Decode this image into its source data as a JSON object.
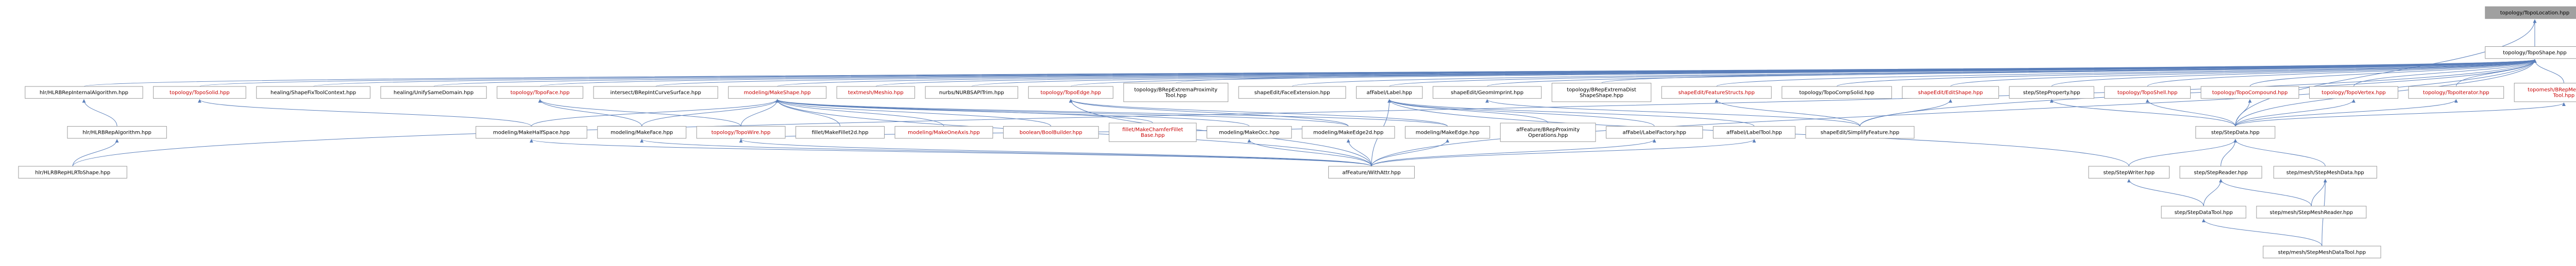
{
  "colors": {
    "edge": "#5b7fba",
    "node_fill": "#ffffff",
    "node_border": "#9a9a9a",
    "text_default": "#000000",
    "text_link_red": "#c80000",
    "focus_fill": "#a0a0a0"
  },
  "nodes": [
    {
      "id": "n_toploc",
      "label": "topology/TopoLocation.hpp",
      "kind": "focus"
    },
    {
      "id": "n_topshape",
      "label": "topology/TopoShape.hpp",
      "kind": "normal"
    },
    {
      "id": "n_hlr_rep",
      "label": "hlr/HLRBRepInternalAlgorithm.hpp",
      "kind": "normal"
    },
    {
      "id": "n_solid",
      "label": "topology/TopoSolid.hpp",
      "kind": "red"
    },
    {
      "id": "n_heal_ctx",
      "label": "healing/ShapeFixToolContext.hpp",
      "kind": "normal"
    },
    {
      "id": "n_heal_unify",
      "label": "healing/UnifySameDomain.hpp",
      "kind": "normal"
    },
    {
      "id": "n_face",
      "label": "topology/TopoFace.hpp",
      "kind": "red"
    },
    {
      "id": "n_intersect",
      "label": "intersect/BRepIntCurveSurface.hpp",
      "kind": "normal"
    },
    {
      "id": "n_makeshape",
      "label": "modeling/MakeShape.hpp",
      "kind": "red"
    },
    {
      "id": "n_meshio",
      "label": "textmesh/Meshio.hpp",
      "kind": "red"
    },
    {
      "id": "n_nurbs",
      "label": "nurbs/NURBSAPITrim.hpp",
      "kind": "normal"
    },
    {
      "id": "n_edge",
      "label": "topology/TopoEdge.hpp",
      "kind": "red"
    },
    {
      "id": "n_extrema_prox",
      "label": "topology/BRepExtremaProximity\nTool.hpp",
      "kind": "normal"
    },
    {
      "id": "n_face_ext",
      "label": "shapeEdit/FaceExtension.hpp",
      "kind": "normal"
    },
    {
      "id": "n_label",
      "label": "afFabel/Label.hpp",
      "kind": "normal"
    },
    {
      "id": "n_geom_imprint",
      "label": "shapeEdit/GeomImprint.hpp",
      "kind": "normal"
    },
    {
      "id": "n_extrema_dist",
      "label": "topology/BRepExtremaDist\nShapeShape.hpp",
      "kind": "normal"
    },
    {
      "id": "n_feature_struct",
      "label": "shapeEdit/FeatureStructs.hpp",
      "kind": "red"
    },
    {
      "id": "n_compsolid",
      "label": "topology/TopoCompSolid.hpp",
      "kind": "normal"
    },
    {
      "id": "n_edit_shape",
      "label": "shapeEdit/EditShape.hpp",
      "kind": "red"
    },
    {
      "id": "n_step_prop",
      "label": "step/StepProperty.hpp",
      "kind": "normal"
    },
    {
      "id": "n_shell",
      "label": "topology/TopoShell.hpp",
      "kind": "red"
    },
    {
      "id": "n_compound",
      "label": "topology/TopoCompound.hpp",
      "kind": "red"
    },
    {
      "id": "n_vertex",
      "label": "topology/TopoVertex.hpp",
      "kind": "red"
    },
    {
      "id": "n_iterator",
      "label": "topology/TopoIterator.hpp",
      "kind": "red"
    },
    {
      "id": "n_discret",
      "label": "topomesh/BRepMeshDiscret\nTool.hpp",
      "kind": "red"
    },
    {
      "id": "n_hlr_algo",
      "label": "hlr/HLRBRepAlgorithm.hpp",
      "kind": "normal"
    },
    {
      "id": "n_hlr_to_shape",
      "label": "hlr/HLRBRepHLRToShape.hpp",
      "kind": "normal"
    },
    {
      "id": "n_make_halfspace",
      "label": "modeling/MakeHalfSpace.hpp",
      "kind": "normal"
    },
    {
      "id": "n_make_face",
      "label": "modeling/MakeFace.hpp",
      "kind": "normal"
    },
    {
      "id": "n_wire",
      "label": "topology/TopoWire.hpp",
      "kind": "red"
    },
    {
      "id": "n_fillet2d",
      "label": "fillet/MakeFillet2d.hpp",
      "kind": "normal"
    },
    {
      "id": "n_oneaxis",
      "label": "modeling/MakeOneAxis.hpp",
      "kind": "red"
    },
    {
      "id": "n_bool_builder",
      "label": "boolean/BoolBuilder.hpp",
      "kind": "red"
    },
    {
      "id": "n_chamfer",
      "label": "fillet/MakeChamferFillet\nBase.hpp",
      "kind": "red"
    },
    {
      "id": "n_makeocc",
      "label": "modeling/MakeOcc.hpp",
      "kind": "normal"
    },
    {
      "id": "n_makeedge2d",
      "label": "modeling/MakeEdge2d.hpp",
      "kind": "normal"
    },
    {
      "id": "n_makeedge",
      "label": "modeling/MakeEdge.hpp",
      "kind": "normal"
    },
    {
      "id": "n_prox_ops",
      "label": "afFeature/BRepProximity\nOperations.hpp",
      "kind": "normal"
    },
    {
      "id": "n_label_factory",
      "label": "afFabel/LabelFactory.hpp",
      "kind": "normal"
    },
    {
      "id": "n_label_tool",
      "label": "afFabel/LabelTool.hpp",
      "kind": "normal"
    },
    {
      "id": "n_simplify",
      "label": "shapeEdit/SimplifyFeature.hpp",
      "kind": "normal"
    },
    {
      "id": "n_step_data",
      "label": "step/StepData.hpp",
      "kind": "normal"
    },
    {
      "id": "n_withattr",
      "label": "afFeature/WithAttr.hpp",
      "kind": "normal"
    },
    {
      "id": "n_step_writer",
      "label": "step/StepWriter.hpp",
      "kind": "normal"
    },
    {
      "id": "n_step_reader",
      "label": "step/StepReader.hpp",
      "kind": "normal"
    },
    {
      "id": "n_mesh_data",
      "label": "step/mesh/StepMeshData.hpp",
      "kind": "normal"
    },
    {
      "id": "n_data_tool",
      "label": "step/StepDataTool.hpp",
      "kind": "normal"
    },
    {
      "id": "n_mesh_reader",
      "label": "step/mesh/StepMeshReader.hpp",
      "kind": "normal"
    },
    {
      "id": "n_mesh_data_tool",
      "label": "step/mesh/StepMeshDataTool.hpp",
      "kind": "normal"
    }
  ]
}
